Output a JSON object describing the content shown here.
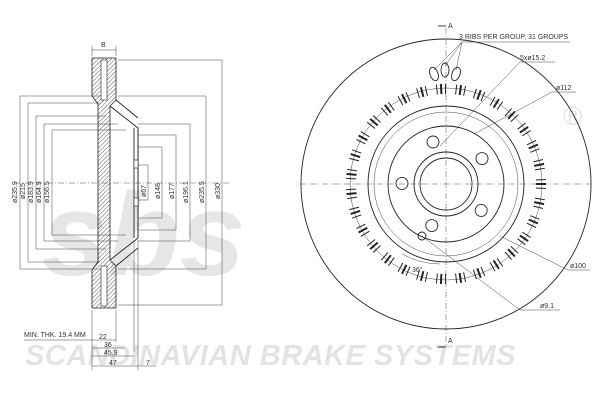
{
  "watermark": {
    "logo": "sbs",
    "registered": "®",
    "tagline": "SCANDINAVIAN BRAKE SYSTEMS"
  },
  "section": {
    "width_mark": "B",
    "min_thickness": "MIN. THK. 19.4 MM",
    "horizontal_dims": [
      "22",
      "36",
      "45.9",
      "47",
      "7"
    ],
    "vertical_dims_left": [
      "ø235.9",
      "ø215",
      "ø183.9",
      "ø164.9",
      "ø156.5"
    ],
    "vertical_dims_right": [
      "ø67",
      "ø148",
      "ø177",
      "ø196.1",
      "ø235.5",
      "ø330"
    ]
  },
  "front": {
    "section_mark": "A",
    "ribs_note": "3 RIBS PER GROUP, 31 GROUPS",
    "bolt_holes": "5xø15.2",
    "pcd": "ø112",
    "angle": "36°",
    "hub_dia": "ø100",
    "small_hole": "ø9.1"
  }
}
